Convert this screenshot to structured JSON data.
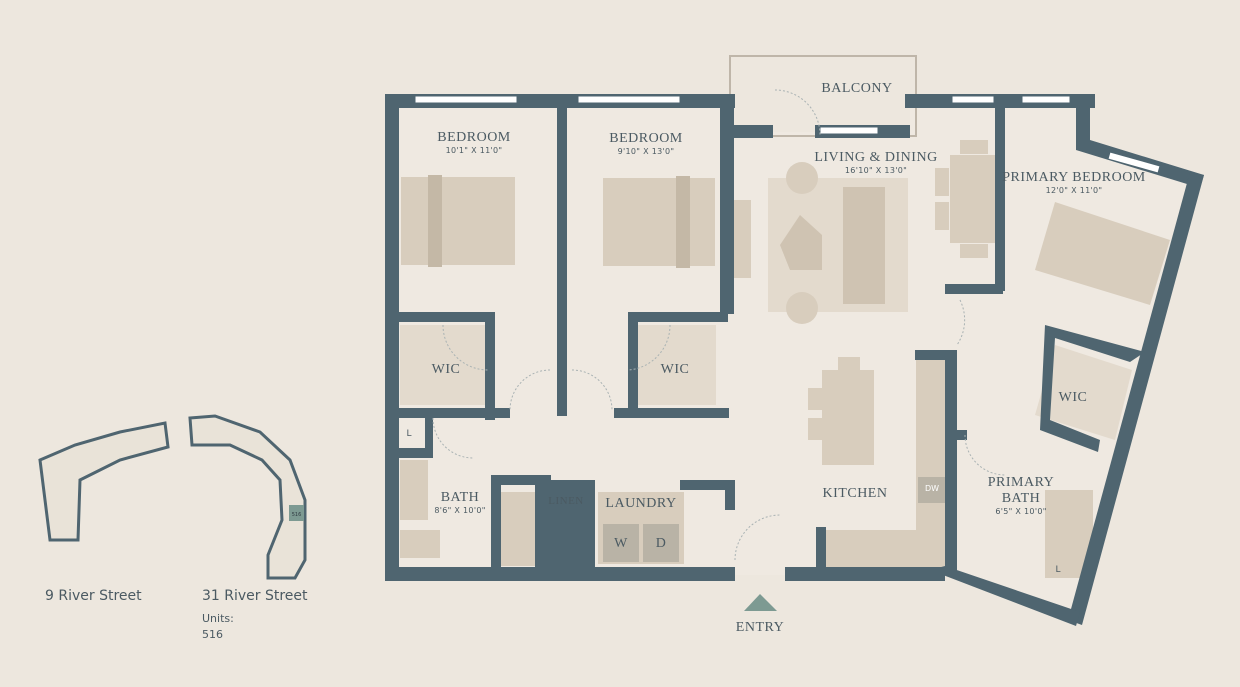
{
  "colors": {
    "background": "#ede7de",
    "wall": "#4f6570",
    "floor": "#efe9e1",
    "furniture": "#d8cdbd",
    "furniture_dark": "#c4b8a6",
    "highlight_unit": "#7d9a92"
  },
  "rooms": [
    {
      "name": "BEDROOM",
      "dim": "10'1\" X 11'0\""
    },
    {
      "name": "BEDROOM",
      "dim": "9'10\" X 13'0\""
    },
    {
      "name": "LIVING & DINING",
      "dim": "16'10\" X 13'0\""
    },
    {
      "name": "PRIMARY BEDROOM",
      "dim": "12'0\" X 11'0\""
    },
    {
      "name": "BATH",
      "dim": "8'6\" X 10'0\""
    },
    {
      "name": "PRIMARY\nBATH",
      "dim": "6'5\" X 10'0\""
    }
  ],
  "labels": {
    "balcony": "BALCONY",
    "wic": "WIC",
    "kitchen": "KITCHEN",
    "laundry": "LAUNDRY",
    "linen": "LINEN",
    "washer": "W",
    "dryer": "D",
    "dw": "DW",
    "linen_closet": "L",
    "entry": "ENTRY",
    "primary_bath_line1": "PRIMARY",
    "primary_bath_line2": "BATH"
  },
  "keyplan": {
    "buildings": [
      "9 River Street",
      "31 River Street"
    ],
    "units_label": "Units:",
    "unit": "516"
  }
}
